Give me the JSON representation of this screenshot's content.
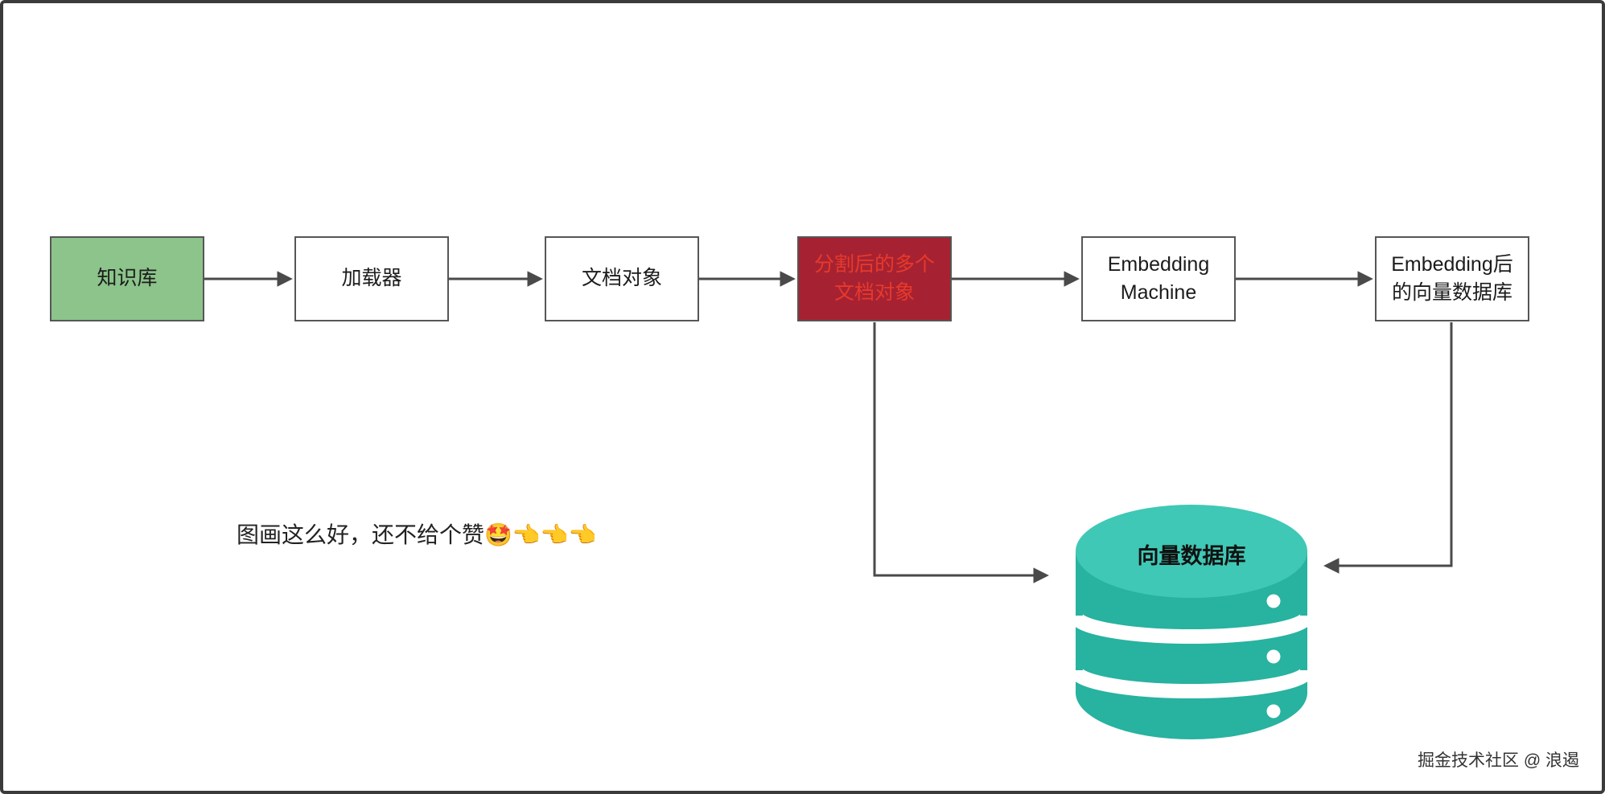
{
  "canvas": {
    "background": "#ffffff",
    "border_color": "#3b3b3b",
    "arrow_color": "#4a4a4a"
  },
  "flow_nodes": [
    {
      "name": "knowledge-base",
      "lines": [
        "知识库"
      ],
      "bg": "#8cc48b",
      "text_color": "#1c1c1c"
    },
    {
      "name": "loader",
      "lines": [
        "加载器"
      ],
      "bg": "#ffffff",
      "text_color": "#1c1c1c"
    },
    {
      "name": "document-objects",
      "lines": [
        "文档对象"
      ],
      "bg": "#ffffff",
      "text_color": "#1c1c1c"
    },
    {
      "name": "split-document-objects",
      "lines": [
        "分割后的多个",
        "文档对象"
      ],
      "bg": "#a62232",
      "text_color": "#e8392b"
    },
    {
      "name": "embedding-machine",
      "lines": [
        "Embedding",
        "Machine"
      ],
      "bg": "#ffffff",
      "text_color": "#1c1c1c"
    },
    {
      "name": "embedded-vector-database",
      "lines": [
        "Embedding后",
        "的向量数据库"
      ],
      "bg": "#ffffff",
      "text_color": "#1c1c1c"
    }
  ],
  "database": {
    "label": "向量数据库",
    "body_color": "#28b2a0",
    "top_color": "#3fc8b5",
    "label_color": "#111111"
  },
  "connections": [
    {
      "from": "知识库",
      "to": "加载器"
    },
    {
      "from": "加载器",
      "to": "文档对象"
    },
    {
      "from": "文档对象",
      "to": "分割后的多个文档对象"
    },
    {
      "from": "分割后的多个文档对象",
      "to": "Embedding Machine"
    },
    {
      "from": "Embedding Machine",
      "to": "Embedding后的向量数据库"
    },
    {
      "from": "分割后的多个文档对象",
      "to": "向量数据库"
    },
    {
      "from": "Embedding后的向量数据库",
      "to": "向量数据库"
    }
  ],
  "caption": {
    "text": "图画这么好，还不给个赞🤩👈👈👈"
  },
  "watermark": {
    "text": "掘金技术社区 @ 浪遏"
  }
}
